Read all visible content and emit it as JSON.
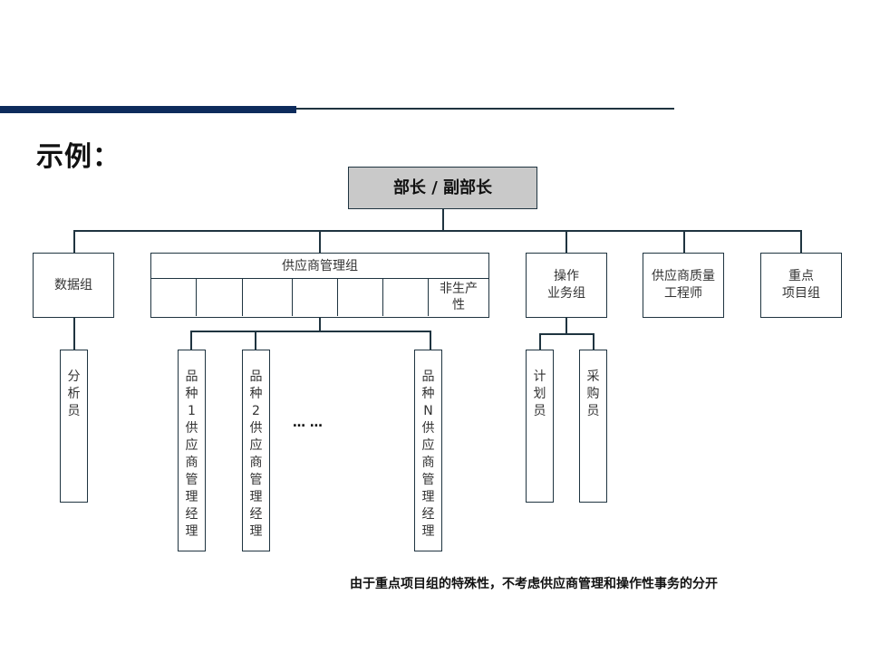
{
  "header": {
    "title": "示例：",
    "accent_color": "#0d2b5c"
  },
  "org_chart": {
    "root": "部长 / 副部长",
    "groups": [
      {
        "label": "数据组",
        "children": [
          {
            "label": "分析员",
            "chars": [
              "分",
              "析",
              "员"
            ]
          }
        ]
      },
      {
        "label": "供应商管理组",
        "subcells": [
          "",
          "",
          "",
          "",
          "",
          "",
          "非生产性"
        ],
        "subcell_last_lines": [
          "非生产",
          "性"
        ],
        "children": [
          {
            "label": "品种1供应商管理经理",
            "chars": [
              "品",
              "种",
              "1",
              "供",
              "应",
              "商",
              "管",
              "理",
              "经",
              "理"
            ]
          },
          {
            "label": "品种2供应商管理经理",
            "chars": [
              "品",
              "种",
              "2",
              "供",
              "应",
              "商",
              "管",
              "理",
              "经",
              "理"
            ]
          },
          {
            "label": "品种N供应商管理经理",
            "chars": [
              "品",
              "种",
              "N",
              "供",
              "应",
              "商",
              "管",
              "理",
              "经",
              "理"
            ]
          }
        ],
        "ellipsis": "… …"
      },
      {
        "label": "操作业务组",
        "lines": [
          "操作",
          "业务组"
        ],
        "children": [
          {
            "label": "计划员",
            "chars": [
              "计",
              "划",
              "员"
            ]
          },
          {
            "label": "采购员",
            "chars": [
              "采",
              "购",
              "员"
            ]
          }
        ]
      },
      {
        "label": "供应商质量工程师",
        "lines": [
          "供应商质量",
          "工程师"
        ]
      },
      {
        "label": "重点项目组",
        "lines": [
          "重点",
          "项目组"
        ]
      }
    ]
  },
  "footnote": "由于重点项目组的特殊性，不考虑供应商管理和操作性事务的分开",
  "colors": {
    "line": "#1f3440",
    "root_fill": "#c9c9c9"
  }
}
